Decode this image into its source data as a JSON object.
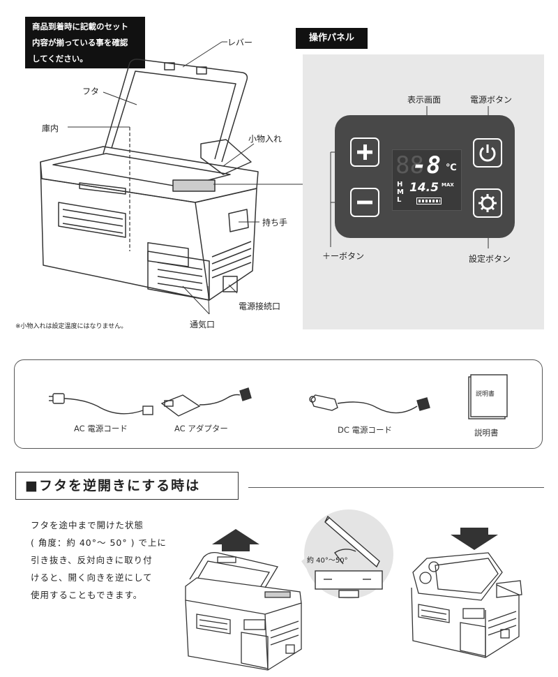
{
  "notice": {
    "lines": [
      "商品到着時に記載のセット",
      "内容が揃っている事を確認",
      "してください。"
    ]
  },
  "diagram": {
    "labels": {
      "lever": "レバー",
      "lid": "フタ",
      "interior": "庫内",
      "small_box": "小物入れ",
      "handle": "持ち手",
      "power_port": "電源接続口",
      "vent": "通気口"
    },
    "footnote": "※小物入れは設定温度にはなりません。"
  },
  "panel": {
    "tag": "操作パネル",
    "labels": {
      "display": "表示画面",
      "power_button": "電源ボタン",
      "plus_minus": "＋ーボタン",
      "settings_button": "設定ボタン"
    },
    "display": {
      "main_temp": "-8",
      "main_unit": "℃",
      "sub_value": "14.5",
      "sub_tag": "MAX",
      "levels": [
        "H",
        "M",
        "L"
      ]
    }
  },
  "accessories": {
    "items": [
      {
        "label": "AC 電源コード"
      },
      {
        "label": "AC アダプター"
      },
      {
        "label": "DC 電源コード"
      },
      {
        "label": "説明書"
      }
    ],
    "manual_cover": "説明書"
  },
  "reverse_lid": {
    "title": "■フタを逆開きにする時は",
    "body_lines": [
      "フタを途中まで開けた状態",
      "( 角度：約 40°〜 50° ) で上に",
      "引き抜き、反対向きに取り付",
      "けると、開く向きを逆にして",
      "使用することもできます。"
    ],
    "angle_label": "約 40°〜50°"
  }
}
